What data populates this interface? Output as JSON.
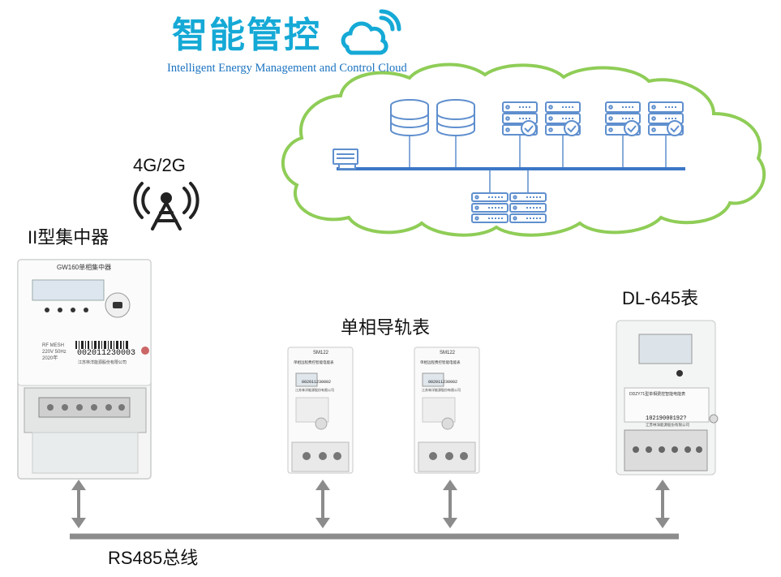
{
  "brand": {
    "title": "智能管控",
    "subtitle": "Intelligent Energy Management and Control Cloud"
  },
  "network": {
    "label": "4G/2G"
  },
  "devices": {
    "concentrator": {
      "label": "II型集中器",
      "model": "GW160单相集中器",
      "serial": "002011230003",
      "specs": [
        "RF MESH",
        "220V 50Hz",
        "2020年"
      ],
      "company": "江苏林洋能源股份有限公司"
    },
    "rail_meter": {
      "label": "单相导轨表",
      "model": "SM122",
      "title": "单相远程费控智能电能表",
      "serial": "002011230002",
      "company": "江苏林洋能源股份有限公司"
    },
    "dl645_meter": {
      "label": "DL-645表",
      "title": "DDZY71型单相费控智能电能表",
      "serial": "10219000192?",
      "company": "江苏林洋能源股份有限公司"
    }
  },
  "bus": {
    "label": "RS485总线"
  },
  "colors": {
    "brand_blue": "#15a9d6",
    "cloud_border": "#8fcd57",
    "server_blue": "#5f8fce",
    "line_blue": "#3b77c6",
    "bus_gray": "#8c8c8c"
  }
}
